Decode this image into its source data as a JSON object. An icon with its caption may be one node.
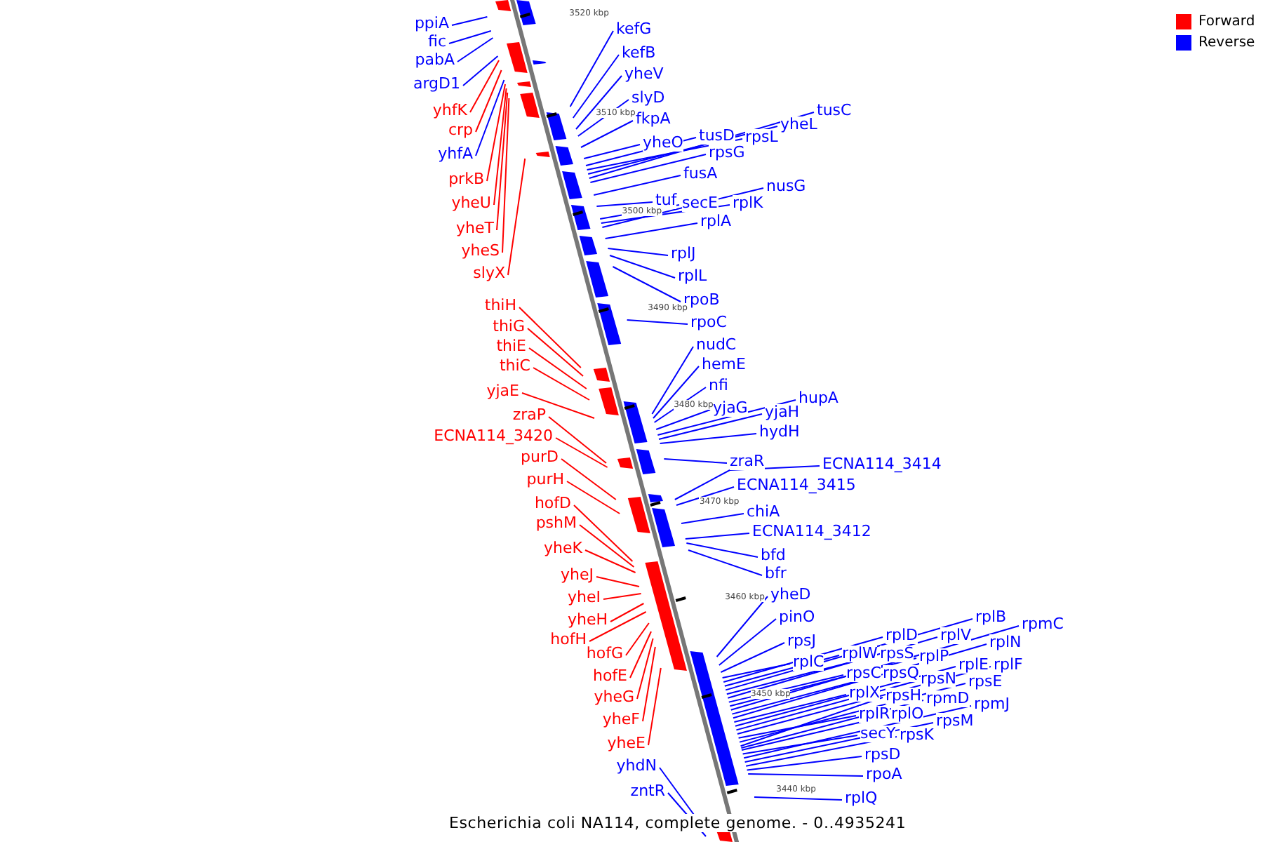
{
  "diagram": {
    "caption": "Escherichia coli NA114, complete genome. - 0..4935241",
    "nodes": [
      {
        "text": [
          "ppiA"
        ]
      },
      {
        "text": [
          "fic"
        ]
      },
      {
        "text": [
          "pabA"
        ]
      },
      {
        "text": [
          "argD1"
        ]
      },
      {
        "text": [
          "yhfK"
        ]
      },
      {
        "text": [
          "crp"
        ]
      },
      {
        "text": [
          "yhfA"
        ]
      },
      {
        "text": [
          "prkB"
        ]
      },
      {
        "text": [
          "yheU"
        ]
      },
      {
        "text": [
          "yheT"
        ]
      },
      {
        "text": [
          "yheS"
        ]
      },
      {
        "text": [
          "slyX"
        ]
      },
      {
        "text": [
          "thiH"
        ]
      },
      {
        "text": [
          "thiG"
        ]
      },
      {
        "text": [
          "thiE"
        ]
      },
      {
        "text": [
          "thiC"
        ]
      },
      {
        "text": [
          "yjaE"
        ]
      },
      {
        "text": [
          "zraP"
        ]
      },
      {
        "text": [
          "ECNA114_3420"
        ]
      },
      {
        "text": [
          "purD"
        ]
      },
      {
        "text": [
          "purH"
        ]
      },
      {
        "text": [
          "hofD"
        ]
      },
      {
        "text": [
          "pshM"
        ]
      },
      {
        "text": [
          "yheK"
        ]
      },
      {
        "text": [
          "yheJ"
        ]
      },
      {
        "text": [
          "yheI"
        ]
      },
      {
        "text": [
          "yheH"
        ]
      },
      {
        "text": [
          "hofH"
        ]
      },
      {
        "text": [
          "hofG"
        ]
      },
      {
        "text": [
          "hofE"
        ]
      },
      {
        "text": [
          "yheG"
        ]
      },
      {
        "text": [
          "yheF"
        ]
      },
      {
        "text": [
          "yheE"
        ]
      },
      {
        "text": [
          "yhdN"
        ]
      },
      {
        "text": [
          "zntR"
        ]
      },
      {
        "text": [
          "kefG"
        ]
      },
      {
        "text": [
          "kefB"
        ]
      },
      {
        "text": [
          "yheV"
        ]
      },
      {
        "text": [
          "slyD"
        ]
      },
      {
        "text": [
          "fkpA"
        ]
      },
      {
        "text": [
          "yheO"
        ]
      },
      {
        "text": [
          "tusD"
        ]
      },
      {
        "text": [
          "rpsL"
        ]
      },
      {
        "text": [
          "yheL"
        ]
      },
      {
        "text": [
          "tusC"
        ]
      },
      {
        "text": [
          "rpsG"
        ]
      },
      {
        "text": [
          "fusA"
        ]
      },
      {
        "text": [
          "tuf"
        ]
      },
      {
        "text": [
          "secE"
        ]
      },
      {
        "text": [
          "rplK"
        ]
      },
      {
        "text": [
          "nusG"
        ]
      },
      {
        "text": [
          "rplA"
        ]
      },
      {
        "text": [
          "rplJ"
        ]
      },
      {
        "text": [
          "rplL"
        ]
      },
      {
        "text": [
          "rpoB"
        ]
      },
      {
        "text": [
          "rpoC"
        ]
      },
      {
        "text": [
          "nudC"
        ]
      },
      {
        "text": [
          "hemE"
        ]
      },
      {
        "text": [
          "nfi"
        ]
      },
      {
        "text": [
          "yjaG"
        ]
      },
      {
        "text": [
          "hupA"
        ]
      },
      {
        "text": [
          "yjaH"
        ]
      },
      {
        "text": [
          "hydH"
        ]
      },
      {
        "text": [
          "zraR"
        ]
      },
      {
        "text": [
          "ECNA114_3414"
        ]
      },
      {
        "text": [
          "ECNA114_3415"
        ]
      },
      {
        "text": [
          "chiA"
        ]
      },
      {
        "text": [
          "ECNA114_3412"
        ]
      },
      {
        "text": [
          "bfd"
        ]
      },
      {
        "text": [
          "bfr"
        ]
      },
      {
        "text": [
          "yheD"
        ]
      },
      {
        "text": [
          "pinO"
        ]
      },
      {
        "text": [
          "rpsJ"
        ]
      },
      {
        "text": [
          "rplC"
        ]
      },
      {
        "text": [
          "rplD"
        ]
      },
      {
        "text": [
          "rplB"
        ]
      },
      {
        "text": [
          "rpmC"
        ]
      },
      {
        "text": [
          "rplW"
        ]
      },
      {
        "text": [
          "rpsS"
        ]
      },
      {
        "text": [
          "rplV"
        ]
      },
      {
        "text": [
          "rplP"
        ]
      },
      {
        "text": [
          "rplN"
        ]
      },
      {
        "text": [
          "rplE"
        ]
      },
      {
        "text": [
          "rplF"
        ]
      },
      {
        "text": [
          "rpsC"
        ]
      },
      {
        "text": [
          "rpsQ"
        ]
      },
      {
        "text": [
          "rpsN"
        ]
      },
      {
        "text": [
          "rpsE"
        ]
      },
      {
        "text": [
          "rplX"
        ]
      },
      {
        "text": [
          "rpsH"
        ]
      },
      {
        "text": [
          "rpmD"
        ]
      },
      {
        "text": [
          "rpmJ"
        ]
      },
      {
        "text": [
          "rplR"
        ]
      },
      {
        "text": [
          "rplO"
        ]
      },
      {
        "text": [
          "rpsM"
        ]
      },
      {
        "text": [
          "secY"
        ]
      },
      {
        "text": [
          "rpsK"
        ]
      },
      {
        "text": [
          "rpsD"
        ]
      },
      {
        "text": [
          "rpoA"
        ]
      },
      {
        "text": [
          "rplQ"
        ]
      }
    ],
    "edges": [
      {
        "from": 0,
        "to": null,
        "arrow": "none"
      },
      {
        "from": 1,
        "to": null,
        "arrow": "none"
      },
      {
        "from": 2,
        "to": null,
        "arrow": "none"
      },
      {
        "from": 3,
        "to": null,
        "arrow": "none"
      },
      {
        "from": 4,
        "to": null,
        "arrow": "none",
        "color": "#ff0000"
      },
      {
        "from": 5,
        "to": null,
        "arrow": "none",
        "color": "#ff0000"
      },
      {
        "from": 6,
        "to": null,
        "arrow": "none"
      },
      {
        "from": 7,
        "to": null,
        "arrow": "none",
        "color": "#ff0000"
      },
      {
        "from": 8,
        "to": null,
        "arrow": "none",
        "color": "#ff0000"
      },
      {
        "from": 9,
        "to": null,
        "arrow": "none",
        "color": "#ff0000"
      },
      {
        "from": 10,
        "to": null,
        "arrow": "none",
        "color": "#ff0000"
      },
      {
        "from": 11,
        "to": null,
        "arrow": "none",
        "color": "#ff0000"
      },
      {
        "from": 12,
        "to": null,
        "arrow": "none",
        "color": "#ff0000"
      },
      {
        "from": 13,
        "to": null,
        "arrow": "none",
        "color": "#ff0000"
      },
      {
        "from": 14,
        "to": null,
        "arrow": "none",
        "color": "#ff0000"
      },
      {
        "from": 15,
        "to": null,
        "arrow": "none",
        "color": "#ff0000"
      },
      {
        "from": 16,
        "to": null,
        "arrow": "none",
        "color": "#ff0000"
      },
      {
        "from": 17,
        "to": null,
        "arrow": "none",
        "color": "#ff0000"
      },
      {
        "from": 18,
        "to": null,
        "arrow": "none",
        "color": "#ff0000"
      },
      {
        "from": 19,
        "to": null,
        "arrow": "none",
        "color": "#ff0000"
      },
      {
        "from": 20,
        "to": null,
        "arrow": "none",
        "color": "#ff0000"
      },
      {
        "from": 21,
        "to": null,
        "arrow": "none",
        "color": "#ff0000"
      },
      {
        "from": 22,
        "to": null,
        "arrow": "none",
        "color": "#ff0000"
      },
      {
        "from": 23,
        "to": null,
        "arrow": "none",
        "color": "#ff0000"
      },
      {
        "from": 24,
        "to": null,
        "arrow": "none",
        "color": "#ff0000"
      },
      {
        "from": 25,
        "to": null,
        "arrow": "none",
        "color": "#ff0000"
      },
      {
        "from": 26,
        "to": null,
        "arrow": "none",
        "color": "#ff0000"
      },
      {
        "from": 27,
        "to": null,
        "arrow": "none",
        "color": "#ff0000"
      },
      {
        "from": 28,
        "to": null,
        "arrow": "none",
        "color": "#ff0000"
      },
      {
        "from": 29,
        "to": null,
        "arrow": "none",
        "color": "#ff0000"
      },
      {
        "from": 30,
        "to": null,
        "arrow": "none",
        "color": "#ff0000"
      },
      {
        "from": 31,
        "to": null,
        "arrow": "none",
        "color": "#ff0000"
      },
      {
        "from": 32,
        "to": null,
        "arrow": "none",
        "color": "#ff0000"
      },
      {
        "from": 33,
        "to": null,
        "arrow": "none"
      },
      {
        "from": 34,
        "to": null,
        "arrow": "none"
      },
      {
        "from": 35,
        "to": null,
        "arrow": "none"
      },
      {
        "from": 36,
        "to": null,
        "arrow": "none"
      },
      {
        "from": 37,
        "to": null,
        "arrow": "none"
      },
      {
        "from": 38,
        "to": null,
        "arrow": "none"
      },
      {
        "from": 39,
        "to": null,
        "arrow": "none"
      },
      {
        "from": 40,
        "to": null,
        "arrow": "none"
      },
      {
        "from": 41,
        "to": null,
        "arrow": "none"
      },
      {
        "from": 42,
        "to": null,
        "arrow": "none"
      },
      {
        "from": 43,
        "to": null,
        "arrow": "none"
      },
      {
        "from": 44,
        "to": null,
        "arrow": "none"
      },
      {
        "from": 45,
        "to": null,
        "arrow": "none"
      },
      {
        "from": 46,
        "to": null,
        "arrow": "none"
      },
      {
        "from": 47,
        "to": null,
        "arrow": "none"
      },
      {
        "from": 48,
        "to": null,
        "arrow": "none"
      },
      {
        "from": 49,
        "to": null,
        "arrow": "none"
      },
      {
        "from": 50,
        "to": null,
        "arrow": "none"
      },
      {
        "from": 51,
        "to": null,
        "arrow": "none"
      },
      {
        "from": 52,
        "to": null,
        "arrow": "none"
      },
      {
        "from": 53,
        "to": null,
        "arrow": "none"
      },
      {
        "from": 54,
        "to": null,
        "arrow": "none"
      },
      {
        "from": 55,
        "to": null,
        "arrow": "none"
      },
      {
        "from": 56,
        "to": null,
        "arrow": "none"
      },
      {
        "from": 57,
        "to": null,
        "arrow": "none"
      },
      {
        "from": 58,
        "to": null,
        "arrow": "none"
      },
      {
        "from": 59,
        "to": null,
        "arrow": "none"
      },
      {
        "from": 60,
        "to": null,
        "arrow": "none"
      },
      {
        "from": 61,
        "to": null,
        "arrow": "none"
      },
      {
        "from": 62,
        "to": null,
        "arrow": "none"
      },
      {
        "from": 63,
        "to": null,
        "arrow": "none"
      },
      {
        "from": 64,
        "to": null,
        "arrow": "none"
      },
      {
        "from": 65,
        "to": null,
        "arrow": "none"
      },
      {
        "from": 66,
        "to": null,
        "arrow": "none"
      },
      {
        "from": 67,
        "to": null,
        "arrow": "none"
      },
      {
        "from": 68,
        "to": null,
        "arrow": "none"
      },
      {
        "from": 69,
        "to": null,
        "arrow": "none"
      },
      {
        "from": 70,
        "to": null,
        "arrow": "none"
      },
      {
        "from": 71,
        "to": null,
        "arrow": "none"
      },
      {
        "from": 72,
        "to": null,
        "arrow": "none"
      },
      {
        "from": 73,
        "to": null,
        "arrow": "none"
      },
      {
        "from": 74,
        "to": null,
        "arrow": "none"
      },
      {
        "from": 75,
        "to": null,
        "arrow": "none"
      },
      {
        "from": 76,
        "to": null,
        "arrow": "none"
      },
      {
        "from": 77,
        "to": null,
        "arrow": "none"
      },
      {
        "from": 78,
        "to": null,
        "arrow": "none"
      },
      {
        "from": 79,
        "to": null,
        "arrow": "none"
      },
      {
        "from": 80,
        "to": null,
        "arrow": "none"
      },
      {
        "from": 81,
        "to": null,
        "arrow": "none"
      },
      {
        "from": 82,
        "to": null,
        "arrow": "none"
      },
      {
        "from": 83,
        "to": null,
        "arrow": "none"
      },
      {
        "from": 84,
        "to": null,
        "arrow": "none"
      },
      {
        "from": 85,
        "to": null,
        "arrow": "none"
      },
      {
        "from": 86,
        "to": null,
        "arrow": "none"
      },
      {
        "from": 87,
        "to": null,
        "arrow": "none"
      },
      {
        "from": 88,
        "to": null,
        "arrow": "none"
      },
      {
        "from": 89,
        "to": null,
        "arrow": "none"
      },
      {
        "from": 90,
        "to": null,
        "arrow": "none"
      },
      {
        "from": 91,
        "to": null,
        "arrow": "none"
      },
      {
        "from": 92,
        "to": null,
        "arrow": "none"
      },
      {
        "from": 93,
        "to": null,
        "arrow": "none"
      },
      {
        "from": 94,
        "to": null,
        "arrow": "none"
      },
      {
        "from": 95,
        "to": null,
        "arrow": "none"
      },
      {
        "from": 96,
        "to": null,
        "arrow": "none"
      },
      {
        "from": 97,
        "to": null,
        "arrow": "none"
      },
      {
        "from": 98,
        "to": null,
        "arrow": "none"
      },
      {
        "from": 99,
        "to": null,
        "arrow": "none"
      }
    ],
    "labels": [
      "3520 kbp",
      "3510 kbp",
      "3500 kbp",
      "3490 kbp",
      "3480 kbp",
      "3470 kbp",
      "3460 kbp",
      "3450 kbp",
      "3440 kbp"
    ],
    "legend": [
      {
        "text": "Forward",
        "color": "#ff0000"
      },
      {
        "text": "Reverse",
        "color": "#0000ff"
      }
    ]
  }
}
